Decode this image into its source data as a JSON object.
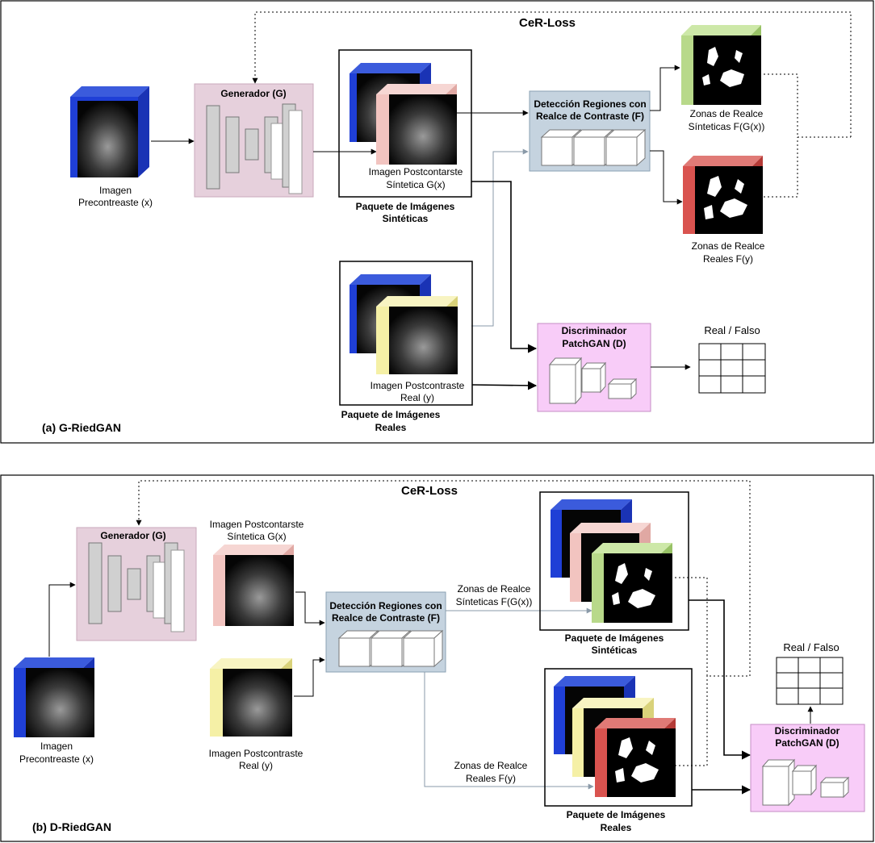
{
  "panel_a": {
    "caption": "(a) G-RiedGAN",
    "loss_label": "CeR-Loss",
    "generator_label": "Generador (G)",
    "input_line1": "Imagen",
    "input_line2": "Precontreaste (x)",
    "synthetic_line1": "Imagen Postcontarste",
    "synthetic_line2": "Síntetica G(x)",
    "synthetic_pkg_line1": "Paquete de Imágenes",
    "synthetic_pkg_line2": "Sintéticas",
    "detector_line1": "Detección Regiones con",
    "detector_line2": "Realce de Contraste (F)",
    "zones_syn_line1": "Zonas de Realce",
    "zones_syn_line2": "Sínteticas F(G(x))",
    "zones_real_line1": "Zonas de Realce",
    "zones_real_line2": "Reales F(y)",
    "real_line1": "Imagen Postcontraste",
    "real_line2": "Real (y)",
    "real_pkg_line1": "Paquete de Imágenes",
    "real_pkg_line2": "Reales",
    "disc_line1": "Discriminador",
    "disc_line2": "PatchGAN (D)",
    "output_label": "Real / Falso"
  },
  "panel_b": {
    "caption": "(b) D-RiedGAN",
    "loss_label": "CeR-Loss",
    "generator_label": "Generador (G)",
    "synthetic_line1": "Imagen Postcontarste",
    "synthetic_line2": "Síntetica G(x)",
    "real_line1": "Imagen Postcontraste",
    "real_line2": "Real (y)",
    "input_line1": "Imagen",
    "input_line2": "Precontreaste (x)",
    "detector_line1": "Detección Regiones con",
    "detector_line2": "Realce de Contraste (F)",
    "zones_syn_line1": "Zonas de Realce",
    "zones_syn_line2": "Sínteticas F(G(x))",
    "zones_real_line1": "Zonas de Realce",
    "zones_real_line2": "Reales F(y)",
    "synthetic_pkg_line1": "Paquete de Imágenes",
    "synthetic_pkg_line2": "Sintéticas",
    "real_pkg_line1": "Paquete de Imágenes",
    "real_pkg_line2": "Reales",
    "disc_line1": "Discriminador",
    "disc_line2": "PatchGAN (D)",
    "output_label": "Real / Falso"
  },
  "colors": {
    "blue": "#1f3fd6",
    "pink": "#f2c4c0",
    "yellow": "#f5f0a6",
    "green": "#b8d98a",
    "red": "#d9534f",
    "generator_fill": "#e6d0dc",
    "detector_fill": "#c5d3df",
    "discriminator_fill": "#f8ccf8"
  }
}
